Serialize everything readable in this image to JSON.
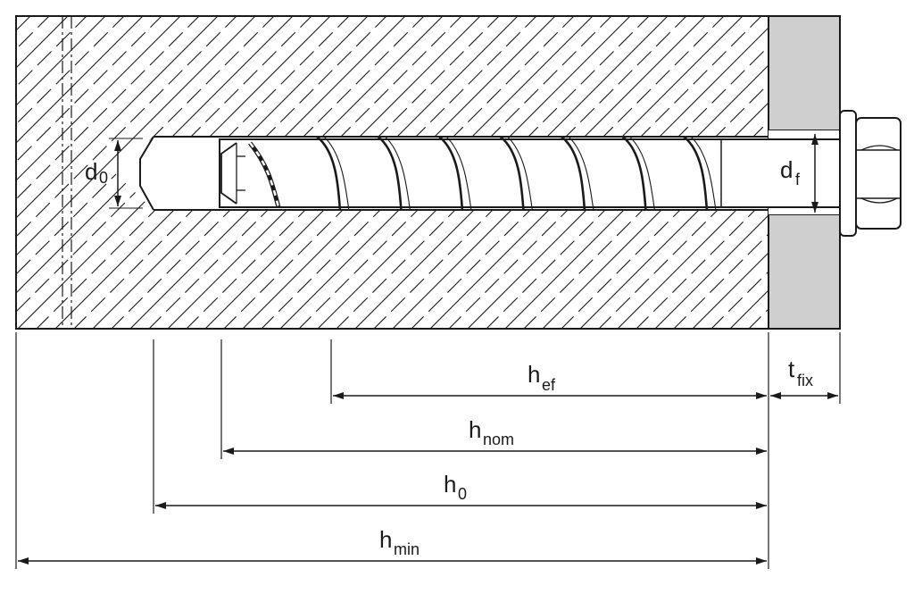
{
  "diagram": {
    "labels": {
      "d0": {
        "main": "d",
        "sub": "0"
      },
      "df": {
        "main": "d",
        "sub": "f"
      },
      "hef": {
        "main": "h",
        "sub": "ef"
      },
      "hnom": {
        "main": "h",
        "sub": "nom"
      },
      "h0": {
        "main": "h",
        "sub": "0"
      },
      "hmin": {
        "main": "h",
        "sub": "min"
      },
      "tfix": {
        "main": "t",
        "sub": "fix"
      }
    },
    "colors": {
      "line": "#1a1a1a",
      "fixture": "#cfcfcf",
      "background": "#ffffff"
    }
  }
}
